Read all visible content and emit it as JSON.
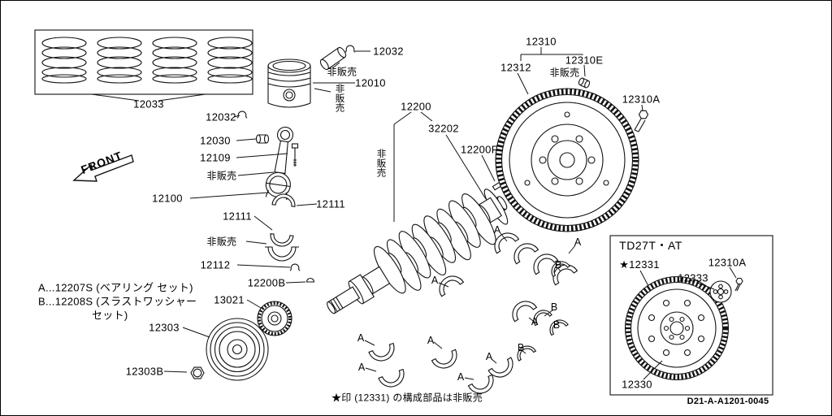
{
  "front_label": "FRONT",
  "not_sold": "非販売",
  "parts": {
    "p12033": "12033",
    "p12032": "12032",
    "p12010": "12010",
    "p12030": "12030",
    "p12109": "12109",
    "p12100": "12100",
    "p12111": "12111",
    "p12112": "12112",
    "p12200": "12200",
    "p32202": "32202",
    "p12200F": "12200F",
    "p12200B": "12200B",
    "p13021": "13021",
    "p12303": "12303",
    "p12303B": "12303B",
    "p12310": "12310",
    "p12312": "12312",
    "p12310E": "12310E",
    "p12310A": "12310A",
    "p12331": "★12331",
    "p12333": "12333",
    "p12330": "12330"
  },
  "legend": {
    "line_a": "A...12207S (ベアリング セット)",
    "line_b": "B...12208S (スラストワッシャー",
    "line_b2": "セット)"
  },
  "inset": {
    "title": "TD27T・AT"
  },
  "footnote": "★印 (12331) の構成部品は非販売",
  "diagram_code": "D21-A-A1201-0045",
  "markers": [
    "A",
    "A",
    "B",
    "A",
    "B",
    "A",
    "B",
    "A",
    "A",
    "B",
    "A",
    "A",
    "A"
  ]
}
